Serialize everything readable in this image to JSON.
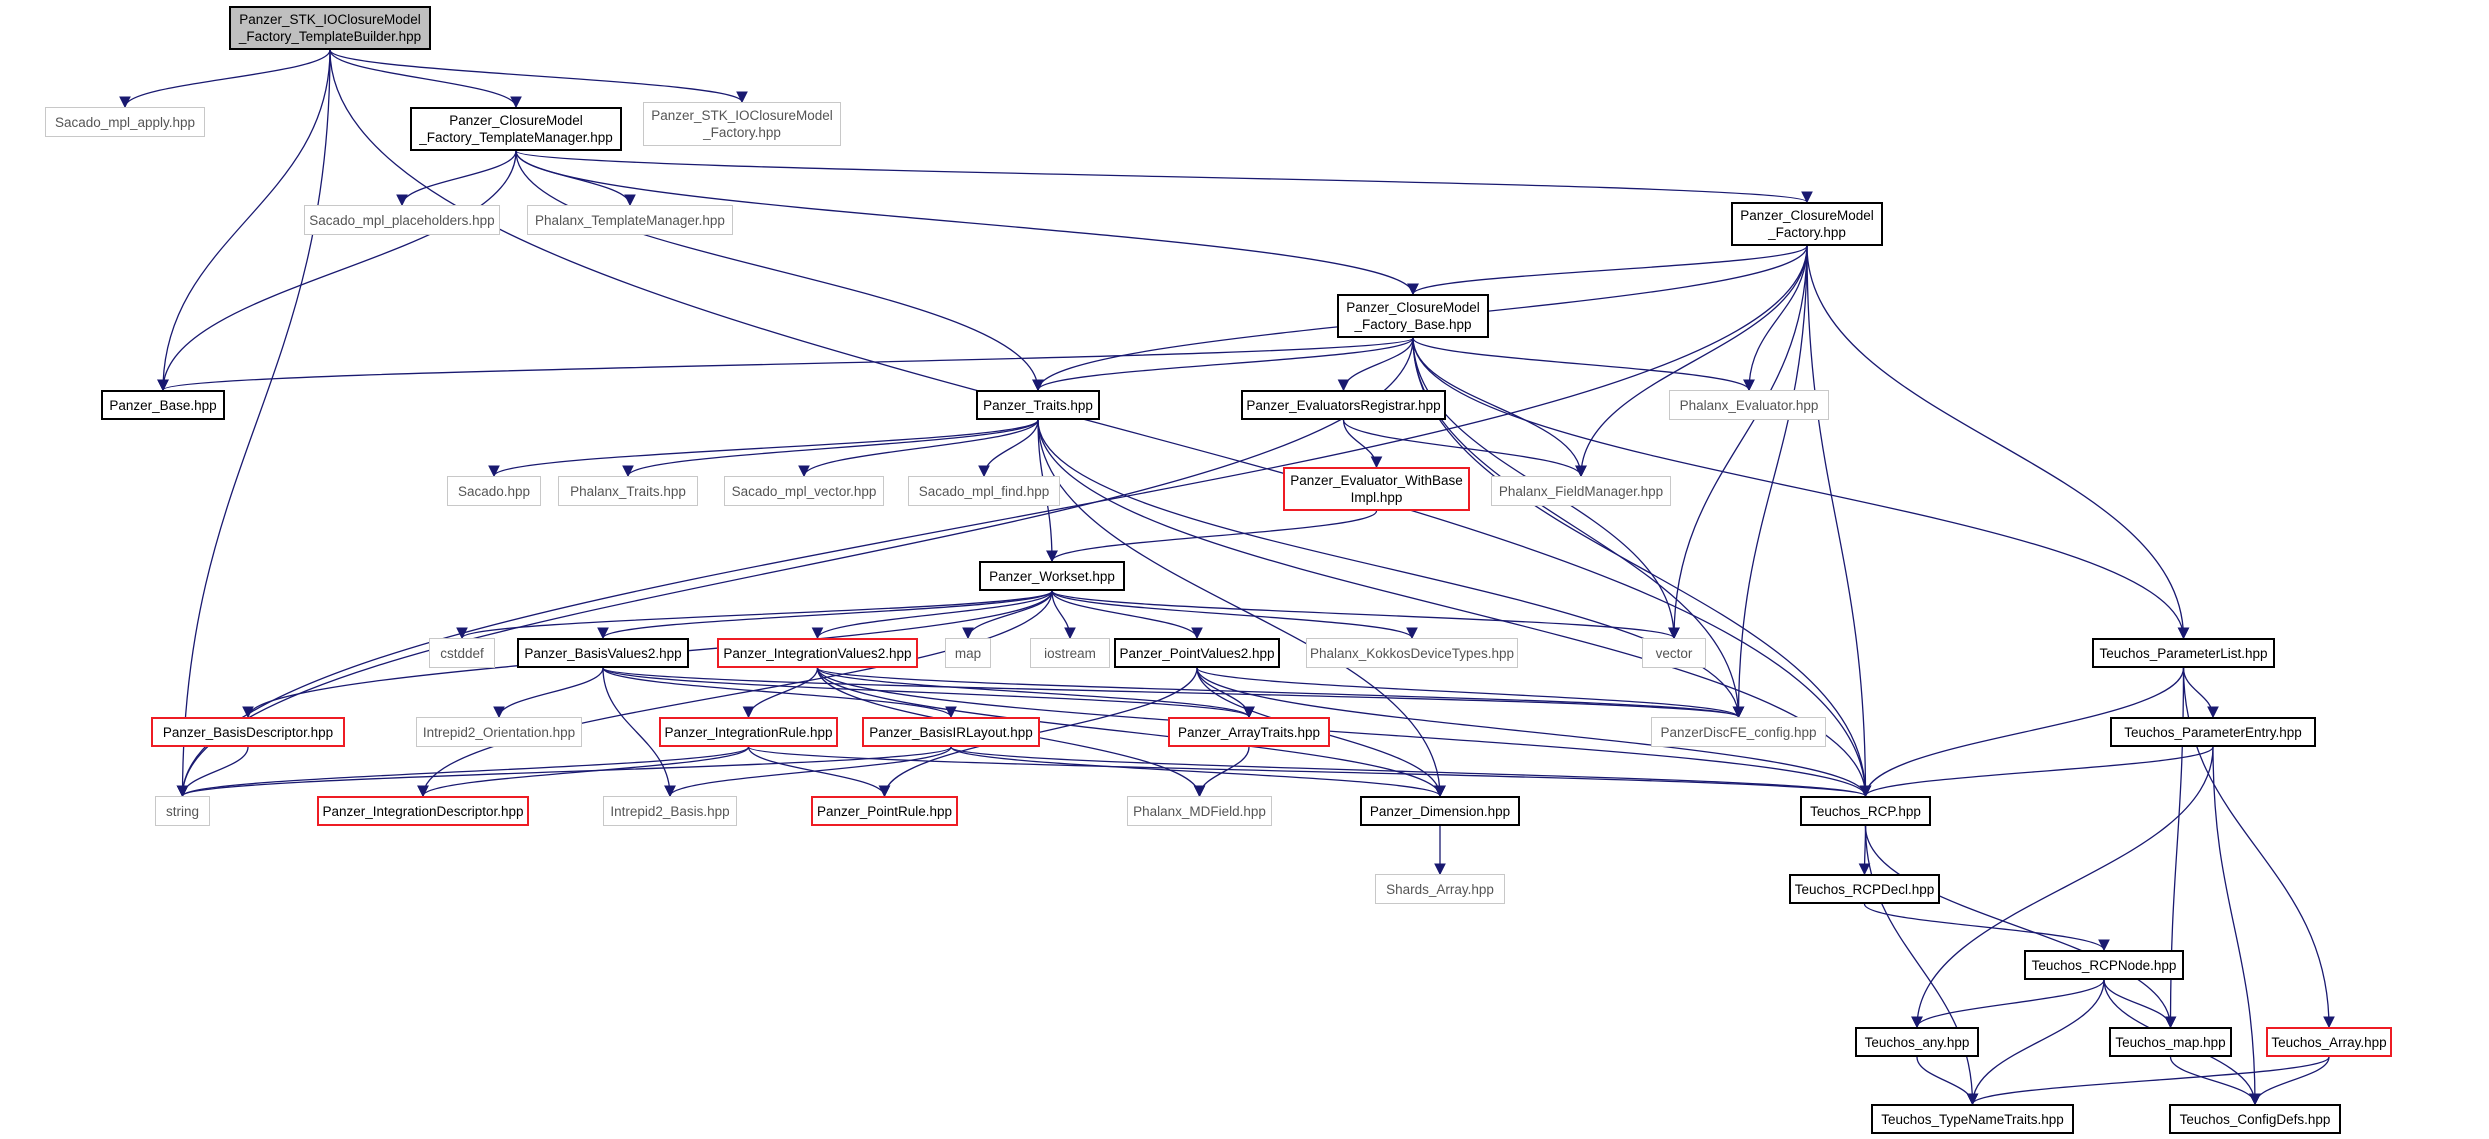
{
  "colors": {
    "edge": "#191970",
    "solid_border": "#000000",
    "red_border": "#ee1c24",
    "gray_border": "#c8c8c8",
    "root_fill": "#bfbfbf"
  },
  "nodes": [
    {
      "id": "root",
      "label": "Panzer_STK_IOClosureModel\n_Factory_TemplateBuilder.hpp",
      "style": "root"
    },
    {
      "id": "sacado_apply",
      "label": "Sacado_mpl_apply.hpp",
      "style": "gray"
    },
    {
      "id": "tmgr",
      "label": "Panzer_ClosureModel\n_Factory_TemplateManager.hpp",
      "style": "solid"
    },
    {
      "id": "stk_factory",
      "label": "Panzer_STK_IOClosureModel\n_Factory.hpp",
      "style": "gray"
    },
    {
      "id": "sacado_ph",
      "label": "Sacado_mpl_placeholders.hpp",
      "style": "gray"
    },
    {
      "id": "phalanx_tm",
      "label": "Phalanx_TemplateManager.hpp",
      "style": "gray"
    },
    {
      "id": "cm_factory",
      "label": "Panzer_ClosureModel\n_Factory.hpp",
      "style": "solid"
    },
    {
      "id": "cm_factory_base",
      "label": "Panzer_ClosureModel\n_Factory_Base.hpp",
      "style": "solid"
    },
    {
      "id": "panzer_base",
      "label": "Panzer_Base.hpp",
      "style": "solid"
    },
    {
      "id": "traits",
      "label": "Panzer_Traits.hpp",
      "style": "solid"
    },
    {
      "id": "eval_reg",
      "label": "Panzer_EvaluatorsRegistrar.hpp",
      "style": "solid"
    },
    {
      "id": "phalanx_eval",
      "label": "Phalanx_Evaluator.hpp",
      "style": "gray"
    },
    {
      "id": "sacado",
      "label": "Sacado.hpp",
      "style": "gray"
    },
    {
      "id": "phalanx_traits",
      "label": "Phalanx_Traits.hpp",
      "style": "gray"
    },
    {
      "id": "sacado_vector",
      "label": "Sacado_mpl_vector.hpp",
      "style": "gray"
    },
    {
      "id": "sacado_find",
      "label": "Sacado_mpl_find.hpp",
      "style": "gray"
    },
    {
      "id": "eval_withbase",
      "label": "Panzer_Evaluator_WithBase\nImpl.hpp",
      "style": "red"
    },
    {
      "id": "phalanx_fm",
      "label": "Phalanx_FieldManager.hpp",
      "style": "gray"
    },
    {
      "id": "workset",
      "label": "Panzer_Workset.hpp",
      "style": "solid"
    },
    {
      "id": "cstddef",
      "label": "cstddef",
      "style": "gray"
    },
    {
      "id": "basis_values",
      "label": "Panzer_BasisValues2.hpp",
      "style": "solid"
    },
    {
      "id": "integ_values",
      "label": "Panzer_IntegrationValues2.hpp",
      "style": "red"
    },
    {
      "id": "map",
      "label": "map",
      "style": "gray"
    },
    {
      "id": "iostream",
      "label": "iostream",
      "style": "gray"
    },
    {
      "id": "point_values",
      "label": "Panzer_PointValues2.hpp",
      "style": "solid"
    },
    {
      "id": "kokkos_types",
      "label": "Phalanx_KokkosDeviceTypes.hpp",
      "style": "gray"
    },
    {
      "id": "vector",
      "label": "vector",
      "style": "gray"
    },
    {
      "id": "param_list",
      "label": "Teuchos_ParameterList.hpp",
      "style": "solid"
    },
    {
      "id": "basis_desc",
      "label": "Panzer_BasisDescriptor.hpp",
      "style": "red"
    },
    {
      "id": "intrepid_orient",
      "label": "Intrepid2_Orientation.hpp",
      "style": "gray"
    },
    {
      "id": "integ_rule",
      "label": "Panzer_IntegrationRule.hpp",
      "style": "red"
    },
    {
      "id": "basis_ir",
      "label": "Panzer_BasisIRLayout.hpp",
      "style": "red"
    },
    {
      "id": "array_traits",
      "label": "Panzer_ArrayTraits.hpp",
      "style": "red"
    },
    {
      "id": "discfe_config",
      "label": "PanzerDiscFE_config.hpp",
      "style": "gray"
    },
    {
      "id": "param_entry",
      "label": "Teuchos_ParameterEntry.hpp",
      "style": "solid"
    },
    {
      "id": "string",
      "label": "string",
      "style": "gray"
    },
    {
      "id": "integ_desc",
      "label": "Panzer_IntegrationDescriptor.hpp",
      "style": "red"
    },
    {
      "id": "intrepid_basis",
      "label": "Intrepid2_Basis.hpp",
      "style": "gray"
    },
    {
      "id": "point_rule",
      "label": "Panzer_PointRule.hpp",
      "style": "red"
    },
    {
      "id": "mdfield",
      "label": "Phalanx_MDField.hpp",
      "style": "gray"
    },
    {
      "id": "dimension",
      "label": "Panzer_Dimension.hpp",
      "style": "solid"
    },
    {
      "id": "rcp",
      "label": "Teuchos_RCP.hpp",
      "style": "solid"
    },
    {
      "id": "shards",
      "label": "Shards_Array.hpp",
      "style": "gray"
    },
    {
      "id": "rcp_decl",
      "label": "Teuchos_RCPDecl.hpp",
      "style": "solid"
    },
    {
      "id": "rcp_node",
      "label": "Teuchos_RCPNode.hpp",
      "style": "solid"
    },
    {
      "id": "any",
      "label": "Teuchos_any.hpp",
      "style": "solid"
    },
    {
      "id": "tmap",
      "label": "Teuchos_map.hpp",
      "style": "solid"
    },
    {
      "id": "tarray",
      "label": "Teuchos_Array.hpp",
      "style": "red"
    },
    {
      "id": "typenames",
      "label": "Teuchos_TypeNameTraits.hpp",
      "style": "solid"
    },
    {
      "id": "configdefs",
      "label": "Teuchos_ConfigDefs.hpp",
      "style": "solid"
    }
  ],
  "edges": [
    [
      "root",
      "sacado_apply"
    ],
    [
      "root",
      "tmgr"
    ],
    [
      "root",
      "stk_factory"
    ],
    [
      "root",
      "panzer_base"
    ],
    [
      "root",
      "string"
    ],
    [
      "root",
      "rcp"
    ],
    [
      "tmgr",
      "sacado_ph"
    ],
    [
      "tmgr",
      "phalanx_tm"
    ],
    [
      "tmgr",
      "cm_factory"
    ],
    [
      "tmgr",
      "cm_factory_base"
    ],
    [
      "tmgr",
      "traits"
    ],
    [
      "tmgr",
      "panzer_base"
    ],
    [
      "cm_factory",
      "cm_factory_base"
    ],
    [
      "cm_factory",
      "traits"
    ],
    [
      "cm_factory",
      "phalanx_eval"
    ],
    [
      "cm_factory",
      "phalanx_fm"
    ],
    [
      "cm_factory",
      "param_list"
    ],
    [
      "cm_factory",
      "rcp"
    ],
    [
      "cm_factory",
      "vector"
    ],
    [
      "cm_factory",
      "discfe_config"
    ],
    [
      "cm_factory",
      "string"
    ],
    [
      "cm_factory_base",
      "panzer_base"
    ],
    [
      "cm_factory_base",
      "traits"
    ],
    [
      "cm_factory_base",
      "eval_reg"
    ],
    [
      "cm_factory_base",
      "phalanx_eval"
    ],
    [
      "cm_factory_base",
      "phalanx_fm"
    ],
    [
      "cm_factory_base",
      "param_list"
    ],
    [
      "cm_factory_base",
      "rcp"
    ],
    [
      "cm_factory_base",
      "vector"
    ],
    [
      "cm_factory_base",
      "discfe_config"
    ],
    [
      "cm_factory_base",
      "string"
    ],
    [
      "traits",
      "sacado"
    ],
    [
      "traits",
      "phalanx_traits"
    ],
    [
      "traits",
      "sacado_vector"
    ],
    [
      "traits",
      "sacado_find"
    ],
    [
      "traits",
      "workset"
    ],
    [
      "traits",
      "dimension"
    ],
    [
      "traits",
      "rcp"
    ],
    [
      "traits",
      "discfe_config"
    ],
    [
      "eval_reg",
      "eval_withbase"
    ],
    [
      "eval_reg",
      "phalanx_fm"
    ],
    [
      "eval_withbase",
      "workset"
    ],
    [
      "workset",
      "cstddef"
    ],
    [
      "workset",
      "basis_values"
    ],
    [
      "workset",
      "integ_values"
    ],
    [
      "workset",
      "map"
    ],
    [
      "workset",
      "iostream"
    ],
    [
      "workset",
      "point_values"
    ],
    [
      "workset",
      "kokkos_types"
    ],
    [
      "workset",
      "vector"
    ],
    [
      "workset",
      "basis_desc"
    ],
    [
      "workset",
      "integ_desc"
    ],
    [
      "basis_values",
      "intrepid_orient"
    ],
    [
      "basis_values",
      "basis_ir"
    ],
    [
      "basis_values",
      "array_traits"
    ],
    [
      "basis_values",
      "intrepid_basis"
    ],
    [
      "basis_values",
      "discfe_config"
    ],
    [
      "integ_values",
      "integ_rule"
    ],
    [
      "integ_values",
      "array_traits"
    ],
    [
      "integ_values",
      "dimension"
    ],
    [
      "integ_values",
      "mdfield"
    ],
    [
      "integ_values",
      "rcp"
    ],
    [
      "integ_values",
      "discfe_config"
    ],
    [
      "point_values",
      "array_traits"
    ],
    [
      "point_values",
      "point_rule"
    ],
    [
      "point_values",
      "dimension"
    ],
    [
      "point_values",
      "rcp"
    ],
    [
      "point_values",
      "discfe_config"
    ],
    [
      "basis_desc",
      "string"
    ],
    [
      "integ_rule",
      "string"
    ],
    [
      "integ_rule",
      "integ_desc"
    ],
    [
      "integ_rule",
      "point_rule"
    ],
    [
      "integ_rule",
      "rcp"
    ],
    [
      "basis_ir",
      "intrepid_basis"
    ],
    [
      "basis_ir",
      "dimension"
    ],
    [
      "basis_ir",
      "rcp"
    ],
    [
      "basis_ir",
      "string"
    ],
    [
      "array_traits",
      "mdfield"
    ],
    [
      "dimension",
      "shards"
    ],
    [
      "param_list",
      "param_entry"
    ],
    [
      "param_list",
      "rcp"
    ],
    [
      "param_list",
      "tmap"
    ],
    [
      "param_list",
      "tarray"
    ],
    [
      "param_entry",
      "rcp"
    ],
    [
      "param_entry",
      "any"
    ],
    [
      "param_entry",
      "configdefs"
    ],
    [
      "rcp",
      "rcp_decl"
    ],
    [
      "rcp",
      "tmap"
    ],
    [
      "rcp",
      "typenames"
    ],
    [
      "rcp_decl",
      "rcp_node"
    ],
    [
      "rcp_node",
      "any"
    ],
    [
      "rcp_node",
      "tmap"
    ],
    [
      "rcp_node",
      "typenames"
    ],
    [
      "rcp_node",
      "configdefs"
    ],
    [
      "any",
      "typenames"
    ],
    [
      "tmap",
      "configdefs"
    ],
    [
      "tarray",
      "typenames"
    ],
    [
      "tarray",
      "configdefs"
    ]
  ]
}
